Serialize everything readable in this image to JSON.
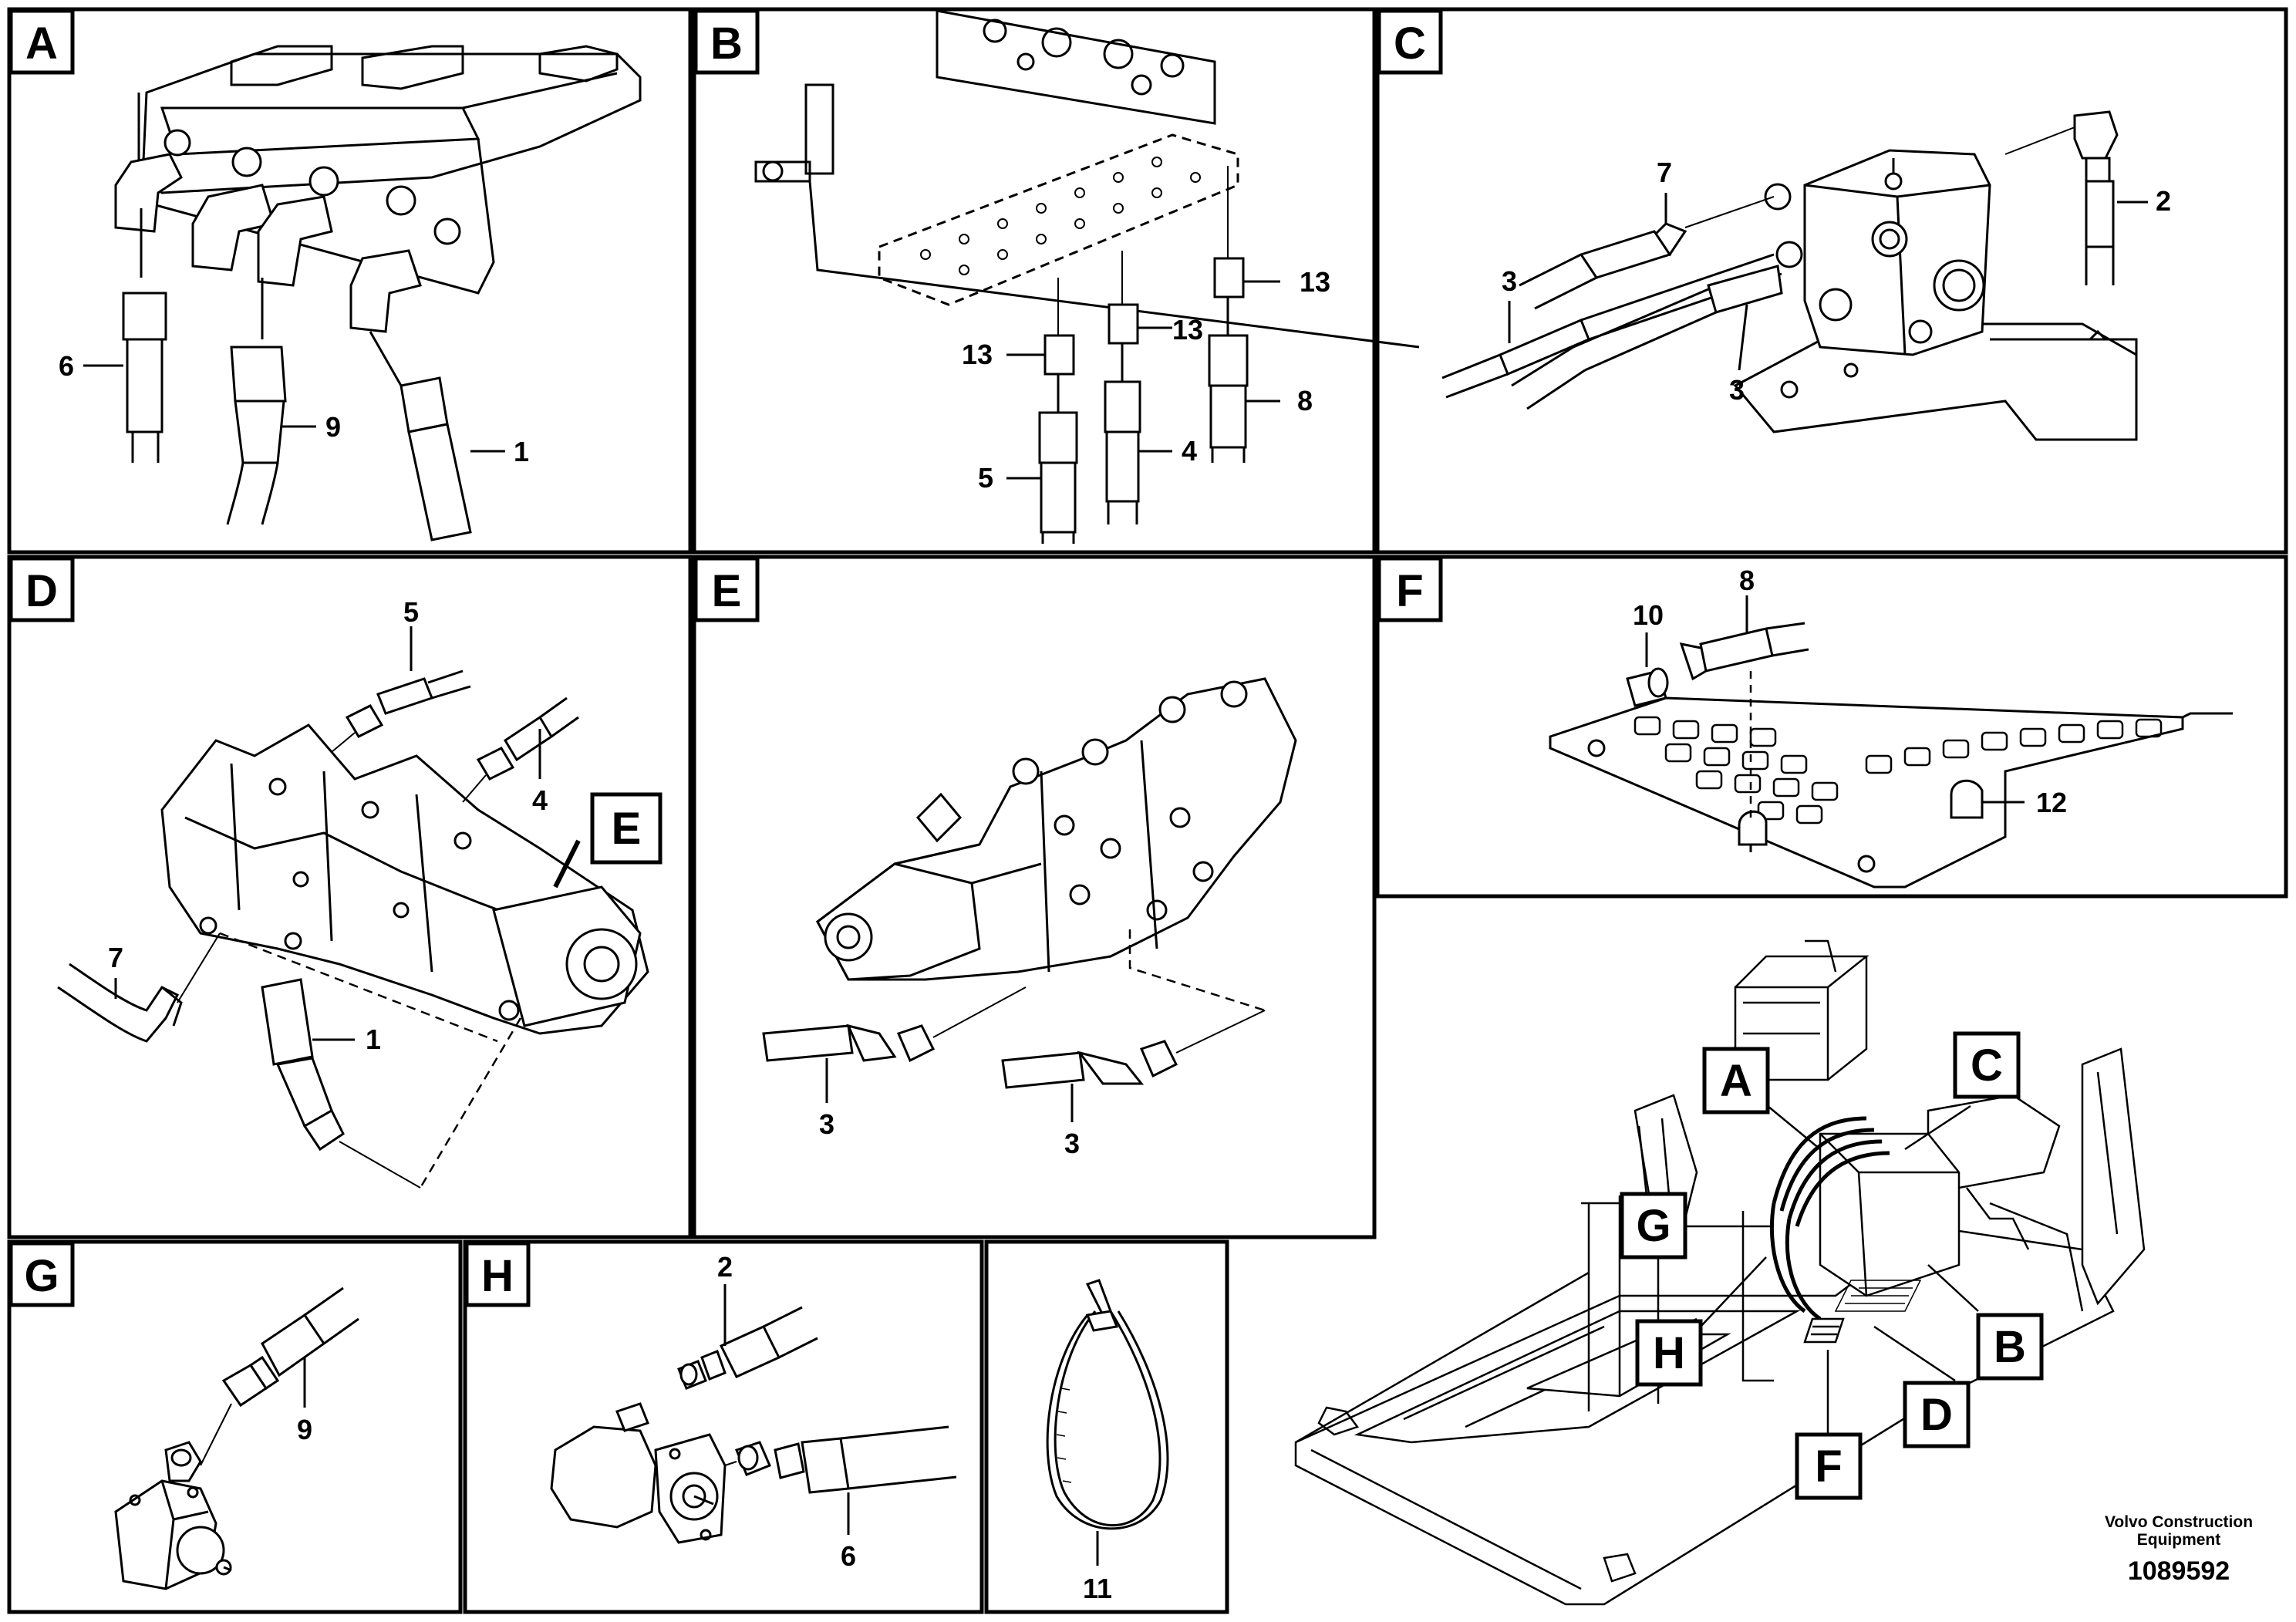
{
  "panels": [
    {
      "id": "A",
      "label": "A",
      "callouts": [
        "6",
        "9",
        "1"
      ]
    },
    {
      "id": "B",
      "label": "B",
      "callouts": [
        "13",
        "13",
        "13",
        "5",
        "4",
        "8"
      ]
    },
    {
      "id": "C",
      "label": "C",
      "callouts": [
        "7",
        "2",
        "3",
        "3"
      ]
    },
    {
      "id": "D",
      "label": "D",
      "callouts": [
        "5",
        "4",
        "7",
        "1"
      ],
      "ref_label": "E"
    },
    {
      "id": "E",
      "label": "E",
      "callouts": [
        "3",
        "3"
      ]
    },
    {
      "id": "F",
      "label": "F",
      "callouts": [
        "10",
        "8",
        "12"
      ]
    },
    {
      "id": "G",
      "label": "G",
      "callouts": [
        "9"
      ]
    },
    {
      "id": "H",
      "label": "H",
      "callouts": [
        "2",
        "6"
      ]
    },
    {
      "id": "I",
      "label": "",
      "callouts": [
        "11"
      ]
    }
  ],
  "overview": {
    "labels": [
      "A",
      "C",
      "G",
      "B",
      "H",
      "D",
      "F"
    ]
  },
  "footer": {
    "company_line1": "Volvo Construction",
    "company_line2": "Equipment",
    "drawing_number": "1089592"
  }
}
